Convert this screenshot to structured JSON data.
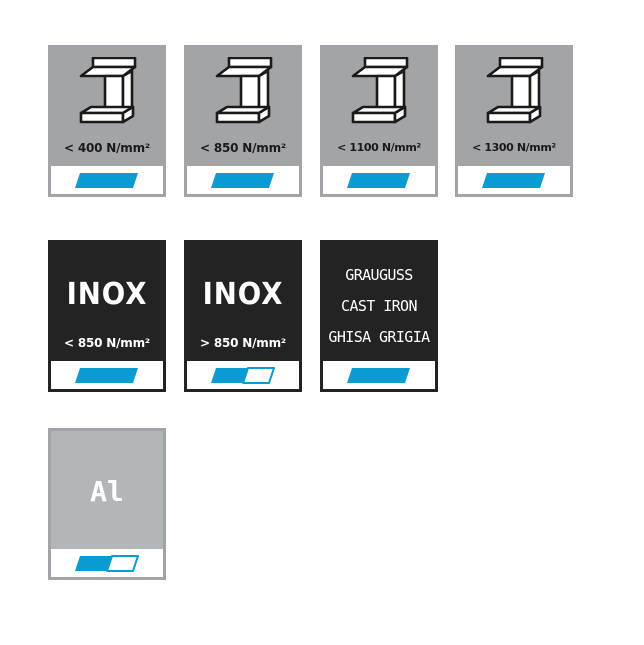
{
  "tiles": [
    {
      "id": "steel-400",
      "kind": "steel",
      "icon": "i-beam-icon",
      "label": "< 400 N/mm²",
      "rating": "full"
    },
    {
      "id": "steel-850",
      "kind": "steel",
      "icon": "i-beam-icon",
      "label": "< 850 N/mm²",
      "rating": "full"
    },
    {
      "id": "steel-1100",
      "kind": "steel",
      "icon": "i-beam-icon",
      "label": "< 1100 N/mm²",
      "rating": "full"
    },
    {
      "id": "steel-1300",
      "kind": "steel",
      "icon": "i-beam-icon",
      "label": "< 1300 N/mm²",
      "rating": "full"
    },
    {
      "id": "inox-lt850",
      "kind": "dark",
      "title": "INOX",
      "label": "< 850 N/mm²",
      "rating": "full"
    },
    {
      "id": "inox-gt850",
      "kind": "dark",
      "title": "INOX",
      "label": "> 850 N/mm²",
      "rating": "partial"
    },
    {
      "id": "cast-iron",
      "kind": "dark",
      "lines": [
        "GRAUGUSS",
        "CAST IRON",
        "GHISA GRIGIA"
      ],
      "rating": "full"
    },
    {
      "id": "aluminium",
      "kind": "alu",
      "title": "Al",
      "rating": "partial"
    }
  ],
  "colors": {
    "steel_bg": "#a2a4a7",
    "dark_bg": "#232323",
    "alu_bg": "#b3b6b9",
    "accent": "#0a9bd3",
    "bar_bg": "#ffffff"
  }
}
